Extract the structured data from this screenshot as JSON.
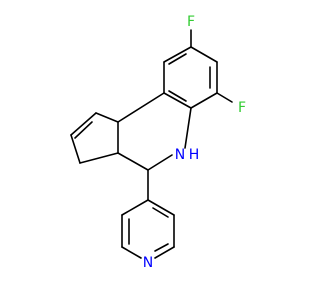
{
  "molecule": {
    "colors": {
      "background": "#ffffff",
      "bond": "#000000",
      "F": "#33cc33",
      "N": "#0000ff",
      "H": "#0000ff"
    },
    "labels": {
      "f_top": "F",
      "f_right": "F",
      "n_ring": "N",
      "h_ring": "H",
      "n_pyridine": "N"
    }
  }
}
